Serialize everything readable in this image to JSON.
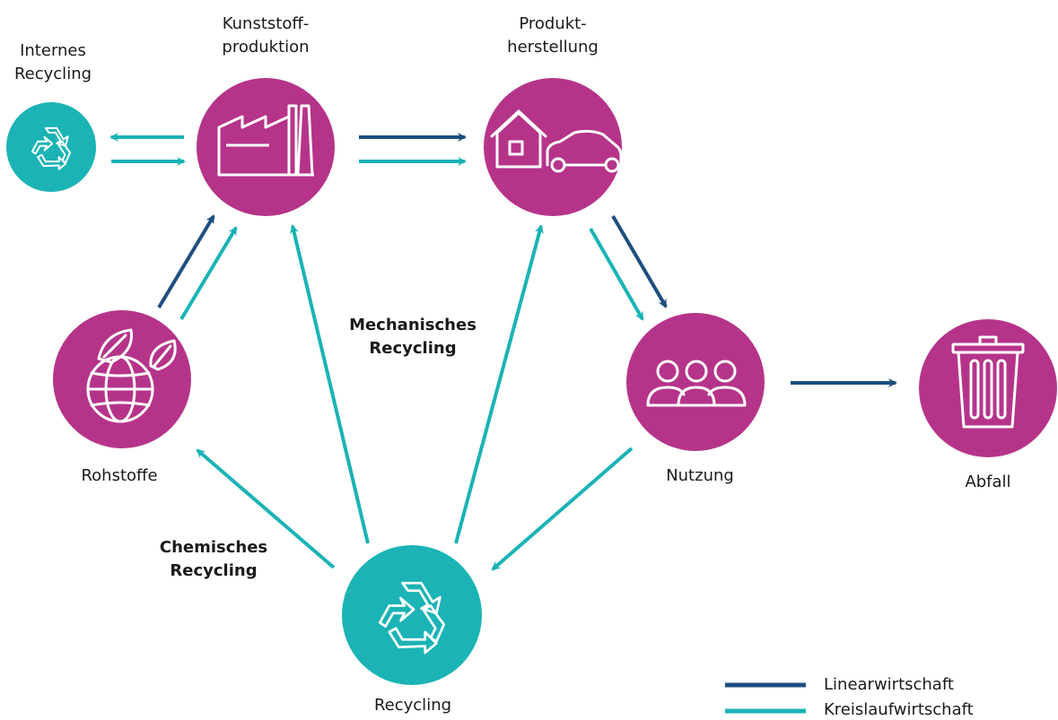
{
  "colors": {
    "magenta": "#b5348a",
    "teal": "#1bb3b5",
    "linear": "#1d4f80",
    "circular": "#1bb3b5"
  },
  "nodes": {
    "internes_recycling": {
      "line1": "Internes",
      "line2": "Recycling",
      "icon": "recycle-icon"
    },
    "kunststoffproduktion": {
      "line1": "Kunststoff-",
      "line2": "produktion",
      "icon": "factory-icon"
    },
    "produktherstellung": {
      "line1": "Produkt-",
      "line2": "herstellung",
      "icon": "house-car-icon"
    },
    "rohstoffe": {
      "label": "Rohstoffe",
      "icon": "globe-leaves-icon"
    },
    "nutzung": {
      "label": "Nutzung",
      "icon": "people-icon"
    },
    "abfall": {
      "label": "Abfall",
      "icon": "trash-can-icon"
    },
    "recycling": {
      "label": "Recycling",
      "icon": "recycle-icon"
    }
  },
  "annotations": {
    "mechanisch_line1": "Mechanisches",
    "mechanisch_line2": "Recycling",
    "chemisch_line1": "Chemisches",
    "chemisch_line2": "Recycling"
  },
  "legend": {
    "linear": "Linearwirtschaft",
    "circular": "Kreislaufwirtschaft"
  }
}
